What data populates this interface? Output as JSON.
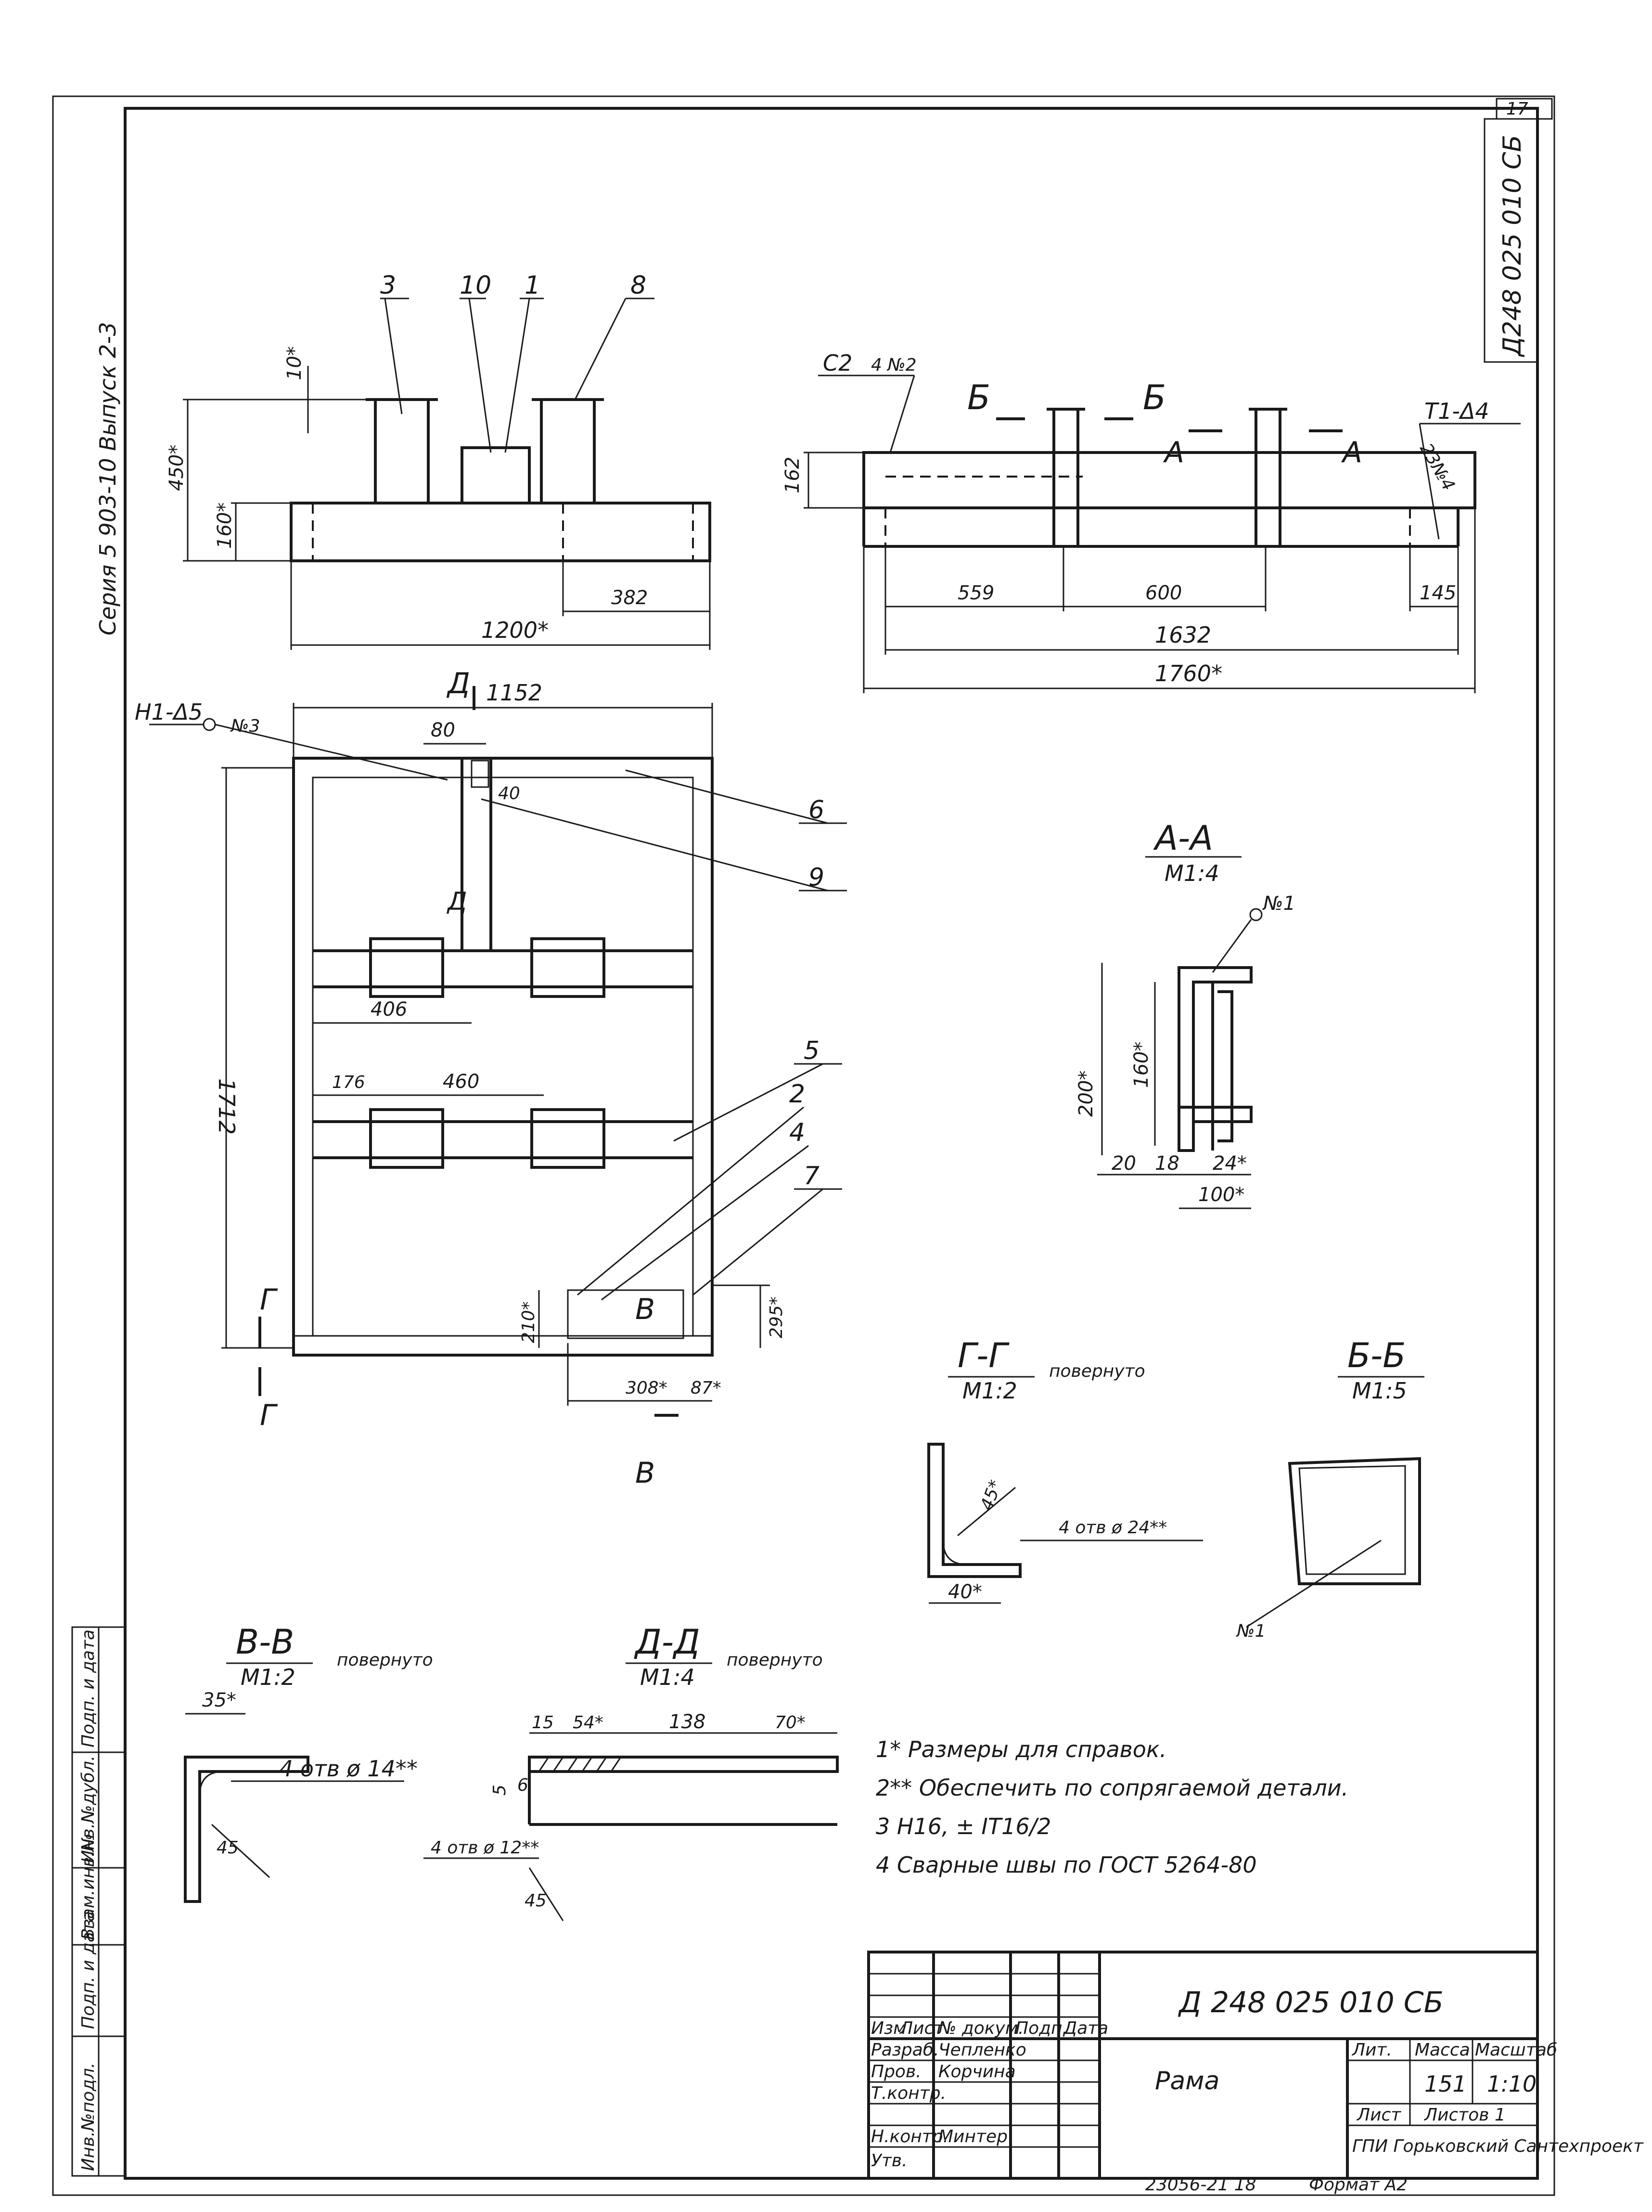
{
  "sheet": {
    "sheet_number": "17",
    "doc_code_vertical": "Д248 025 010 СБ",
    "series_label": "Серия 5 903-10  Выпуск 2-3",
    "archive_number": "23056-21   18",
    "format_label": "Формат А2"
  },
  "side_stamp": {
    "fields": [
      "Инв.№подл.",
      "Подп. и дата",
      "Взам.инв.№",
      "Инв.№дубл.",
      "Подп. и дата"
    ]
  },
  "front_view": {
    "callouts": [
      "3",
      "10",
      "1",
      "8"
    ],
    "dims": {
      "top_plate": "10*",
      "height": "450*",
      "base": "160*",
      "offset": "382",
      "width": "1200*"
    }
  },
  "side_view": {
    "weld_left": "С2",
    "weld_left_sub": "4 №2",
    "section_b": "Б",
    "section_a": "А",
    "weld_right": "Т1-Δ4",
    "weld_right_sub": "23№4",
    "dims": {
      "height": "162",
      "d1": "559",
      "d2": "600",
      "d3": "145",
      "inner": "1632",
      "overall": "1760*"
    }
  },
  "plan_view": {
    "weld_note": "Н1-Δ5",
    "weld_sub": "№3",
    "section_d": "Д",
    "section_g": "Г",
    "section_v": "В",
    "callouts": [
      "6",
      "9",
      "5",
      "2",
      "4",
      "7"
    ],
    "dims": {
      "width": "1152",
      "d80": "80",
      "d40": "40",
      "d406": "406",
      "d176": "176",
      "d460": "460",
      "length": "1712",
      "d210": "210*",
      "d295": "295*",
      "d308": "308*",
      "d87": "87*"
    }
  },
  "section_aa": {
    "title": "А-А",
    "scale": "М1:4",
    "weld": "№1",
    "dims": {
      "h200": "200*",
      "h160": "160*",
      "w20": "20",
      "w18": "18",
      "w24": "24*",
      "w100": "100*"
    }
  },
  "section_gg": {
    "title": "Г-Г",
    "scale": "М1:2",
    "note": "повернуто",
    "dims": {
      "angle": "45*",
      "holes": "4 отв ø 24**",
      "w40": "40*"
    }
  },
  "section_bb": {
    "title": "Б-Б",
    "scale": "М1:5",
    "weld": "№1"
  },
  "section_vv": {
    "title": "В-В",
    "scale": "М1:2",
    "note": "повернуто",
    "dims": {
      "w35": "35*",
      "holes": "4 отв ø 14**",
      "d45": "45"
    }
  },
  "section_dd": {
    "title": "Д-Д",
    "scale": "М1:4",
    "note": "повернуто",
    "dims": {
      "d15": "15",
      "d54": "54*",
      "d138": "138",
      "d70": "70*",
      "d5": "5",
      "d6": "6",
      "holes": "4 отв ø 12**",
      "d45": "45"
    }
  },
  "notes": [
    "1* Размеры для справок.",
    "2** Обеспечить по сопрягаемой детали.",
    "3  Н16, ± IT16/2",
    "4  Сварные швы по ГОСТ 5264-80"
  ],
  "title_block": {
    "code": "Д 248 025 010 СБ",
    "name": "Рама",
    "col_headers": [
      "Изм",
      "Лист",
      "№ докум.",
      "Подп.",
      "Дата"
    ],
    "rows": [
      {
        "role": "Разраб.",
        "name": "Чепленко"
      },
      {
        "role": "Пров.",
        "name": "Корчина"
      },
      {
        "role": "Т.контр.",
        "name": ""
      },
      {
        "role": "Н.контр.",
        "name": "Минтер"
      },
      {
        "role": "Утв.",
        "name": ""
      }
    ],
    "lit_label": "Лит.",
    "mass_label": "Масса",
    "scale_label": "Масштаб",
    "mass": "151",
    "scale": "1:10",
    "sheet": "Лист",
    "sheets": "Листов 1",
    "org": "ГПИ Горьковский Сантехпроект"
  }
}
